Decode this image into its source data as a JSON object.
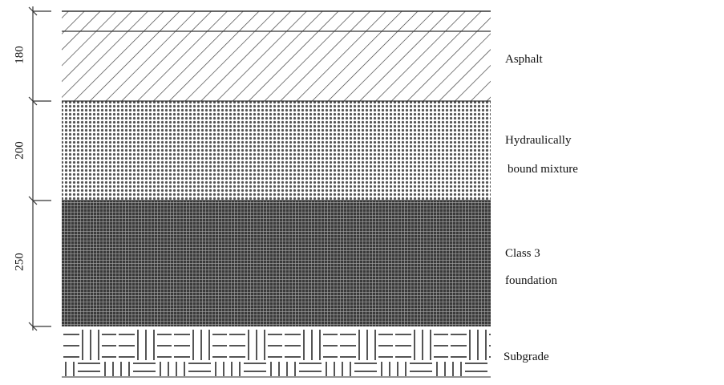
{
  "layers": [
    {
      "name": "Asphalt",
      "thickness": "180"
    },
    {
      "name": "Hydraulically bound mixture",
      "line1": "Hydraulically",
      "line2": "bound mixture",
      "thickness": "200"
    },
    {
      "name": "Class 3 foundation",
      "line1": "Class 3",
      "line2": "foundation",
      "thickness": "250"
    },
    {
      "name": "Subgrade"
    }
  ]
}
